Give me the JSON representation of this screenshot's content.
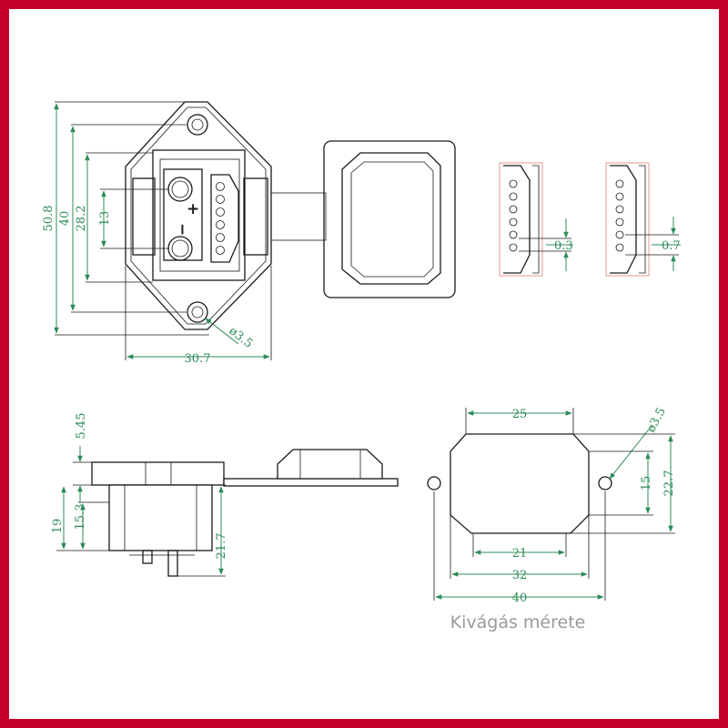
{
  "colors": {
    "frame": "#c2002a",
    "dimension": "#2e8b57",
    "outline": "#1a1a1a",
    "caption": "#9a9a9a"
  },
  "front_view": {
    "height_outer": "50.8",
    "height_mid": "40",
    "height_inner": "28.2",
    "pin_spacing": "13",
    "hole_diameter": "ø3.5",
    "width": "30.7",
    "plus_label": "+",
    "minus_label": "−"
  },
  "signal_pin_details": [
    {
      "gap": "0.3"
    },
    {
      "gap": "0.7"
    }
  ],
  "side_view": {
    "flange_height": "5.45",
    "body_height": "19",
    "inner_height": "15.3",
    "total_depth": "21.7"
  },
  "cutout_view": {
    "top_width": "25",
    "hole_diameter": "ø3.5",
    "bottom_width": "21",
    "body_width": "32",
    "hole_spacing": "40",
    "inner_height": "15",
    "outer_height": "22.7",
    "caption": "Kivágás mérete"
  }
}
